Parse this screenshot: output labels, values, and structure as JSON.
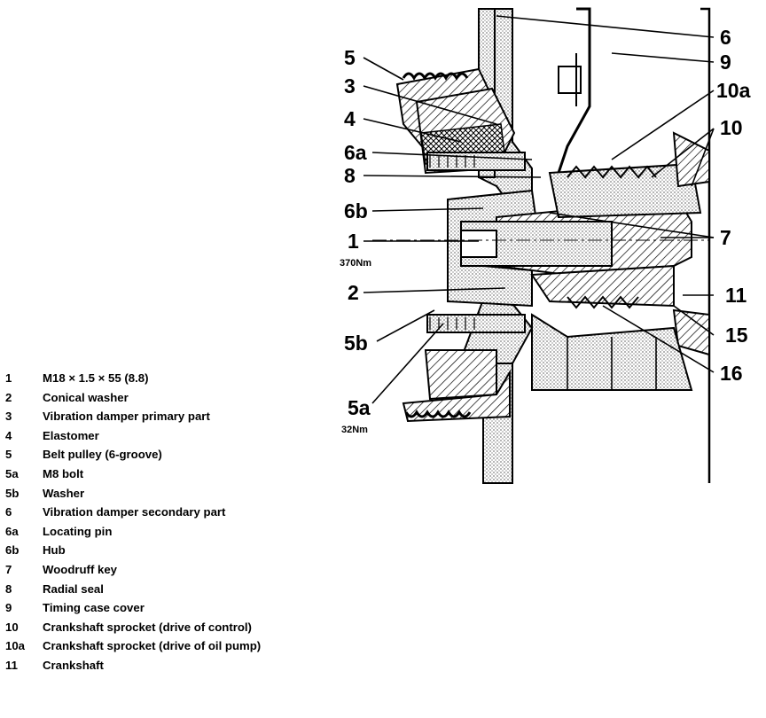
{
  "callouts": {
    "c5": "5",
    "c3": "3",
    "c4": "4",
    "c6a": "6a",
    "c8": "8",
    "c6b": "6b",
    "c1": "1",
    "c2": "2",
    "c5b": "5b",
    "c5a": "5a",
    "c6": "6",
    "c9": "9",
    "c10a": "10a",
    "c10": "10",
    "c7": "7",
    "c11": "11",
    "c15": "15",
    "c16": "16"
  },
  "torques": {
    "bolt1": "370Nm",
    "bolt5a": "32Nm"
  },
  "legend": [
    {
      "num": "1",
      "text": "M18 × 1.5 × 55 (8.8)"
    },
    {
      "num": "2",
      "text": "Conical washer"
    },
    {
      "num": "3",
      "text": "Vibration damper primary part"
    },
    {
      "num": "4",
      "text": "Elastomer"
    },
    {
      "num": "5",
      "text": "Belt pulley (6-groove)"
    },
    {
      "num": "5a",
      "text": "M8 bolt"
    },
    {
      "num": "5b",
      "text": "Washer"
    },
    {
      "num": "6",
      "text": "Vibration damper secondary part"
    },
    {
      "num": "6a",
      "text": "Locating pin"
    },
    {
      "num": "6b",
      "text": "Hub"
    },
    {
      "num": "7",
      "text": "Woodruff key"
    },
    {
      "num": "8",
      "text": "Radial seal"
    },
    {
      "num": "9",
      "text": "Timing case cover"
    },
    {
      "num": "10",
      "text": "Crankshaft sprocket (drive of control)"
    },
    {
      "num": "10a",
      "text": "Crankshaft sprocket (drive of oil pump)"
    },
    {
      "num": "11",
      "text": "Crankshaft"
    }
  ]
}
